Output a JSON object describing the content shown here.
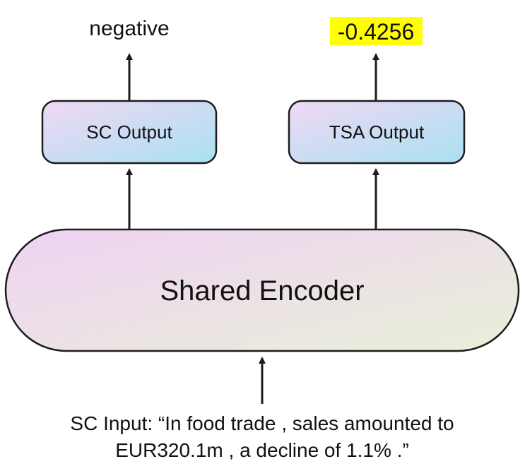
{
  "diagram": {
    "outputs": {
      "sc_label": "negative",
      "tsa_value": "-0.4256"
    },
    "heads": {
      "sc_head": "SC Output",
      "tsa_head": "TSA Output"
    },
    "encoder": {
      "label": "Shared Encoder"
    },
    "input": {
      "line1": "SC Input: “In food trade , sales amounted to",
      "line2": "EUR320.1m , a decline of 1.1% .”"
    }
  },
  "colors": {
    "box_gradient_start": "#f0d8f4",
    "box_gradient_end": "#a9e1f2",
    "encoder_gradient_start": "#efd2f3",
    "encoder_gradient_end": "#e8f0d8",
    "highlight": "#ffff00",
    "stroke": "#1c1c1c"
  }
}
